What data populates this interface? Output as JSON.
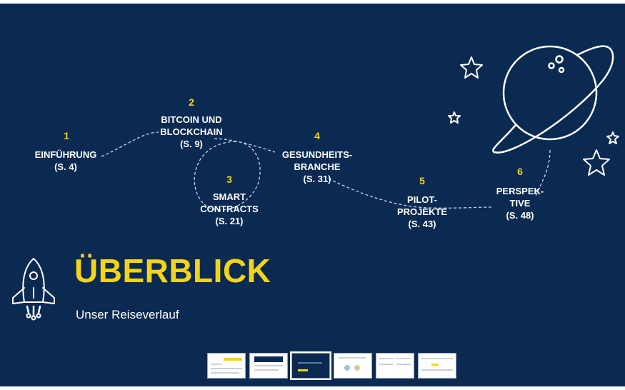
{
  "slide": {
    "title": "ÜBERBLICK",
    "subtitle": "Unser Reiseverlauf",
    "background_color": "#0b2a52",
    "accent_color": "#f4d419"
  },
  "stops": [
    {
      "number": "1",
      "line1": "EINFÜHRUNG",
      "line2": "(S. 4)"
    },
    {
      "number": "2",
      "line1": "BITCOIN UND",
      "line2": "BLOCKCHAIN",
      "line3": "(S. 9)"
    },
    {
      "number": "3",
      "line1": "SMART",
      "line2": "CONTRACTS",
      "line3": "(S. 21)"
    },
    {
      "number": "4",
      "line1": "GESUNDHEITS-",
      "line2": "BRANCHE",
      "line3": "(S. 31)"
    },
    {
      "number": "5",
      "line1": "PILOT-",
      "line2": "PROJEKTE",
      "line3": "(S. 43)"
    },
    {
      "number": "6",
      "line1": "PERSPEK-",
      "line2": "TIVE",
      "line3": "(S. 48)"
    }
  ],
  "icons": [
    "rocket-icon",
    "planet-icon",
    "star-icon"
  ],
  "thumbnail_count": 6
}
